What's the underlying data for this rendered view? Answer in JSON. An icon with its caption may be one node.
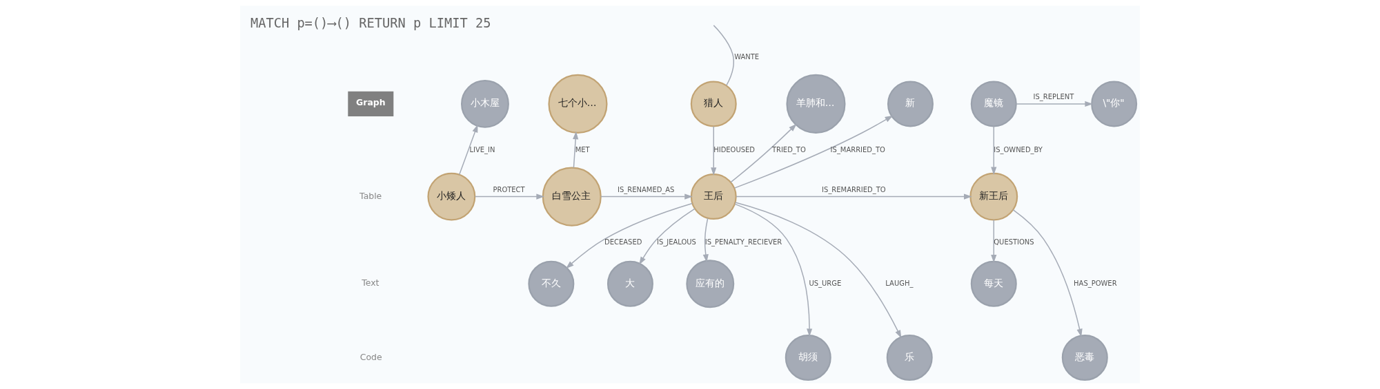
{
  "diagram": {
    "nodes": [
      {
        "text": [
          "小木屋"
        ]
      },
      {
        "text": [
          "七个小…"
        ]
      },
      {
        "text": [
          "猎人"
        ]
      },
      {
        "text": [
          "羊肺和…"
        ]
      },
      {
        "text": [
          "新"
        ]
      },
      {
        "text": [
          "魔镜"
        ]
      },
      {
        "text": [
          "\\\"你\""
        ]
      },
      {
        "text": [
          "小矮人"
        ]
      },
      {
        "text": [
          "白雪公主"
        ]
      },
      {
        "text": [
          "王后"
        ]
      },
      {
        "text": [
          "不久"
        ]
      },
      {
        "text": [
          "新王后"
        ]
      },
      {
        "text": [
          "大"
        ]
      },
      {
        "text": [
          "应有的"
        ]
      },
      {
        "text": [
          "每天"
        ]
      },
      {
        "text": [
          "胡须"
        ]
      },
      {
        "text": [
          "乐"
        ]
      },
      {
        "text": [
          "恶毒"
        ]
      }
    ],
    "edges": [
      {
        "from": 7,
        "to": 0,
        "arrow": "to",
        "label": "LIVE_IN"
      },
      {
        "from": 7,
        "to": 8,
        "arrow": "to",
        "label": "PROTECT"
      },
      {
        "from": 8,
        "to": 1,
        "arrow": "to",
        "label": "MET"
      },
      {
        "from": 8,
        "to": 9,
        "arrow": "to",
        "label": "IS_RENAMED_AS"
      },
      {
        "from": 2,
        "to": null,
        "arrow": "none",
        "label": "WANTE"
      },
      {
        "from": 2,
        "to": 9,
        "arrow": "to",
        "label": "HIDEOUSED"
      },
      {
        "from": 9,
        "to": 3,
        "arrow": "to",
        "label": "TRIED_TO"
      },
      {
        "from": 9,
        "to": 4,
        "arrow": "to",
        "label": "IS_MARRIED_TO"
      },
      {
        "from": 9,
        "to": 10,
        "arrow": "to",
        "label": "DECEASED"
      },
      {
        "from": 9,
        "to": 11,
        "arrow": "to",
        "label": "IS_REMARRIED_TO"
      },
      {
        "from": 9,
        "to": 12,
        "arrow": "to",
        "label": "IS_JEALOUS"
      },
      {
        "from": 9,
        "to": 13,
        "arrow": "to",
        "label": "IS_PENALTY_RECIEVER"
      },
      {
        "from": 9,
        "to": 15,
        "arrow": "to",
        "label": "US_URGE"
      },
      {
        "from": 9,
        "to": 16,
        "arrow": "to",
        "label": "LAUGH_"
      },
      {
        "from": 5,
        "to": 6,
        "arrow": "to",
        "label": "IS_REPLENT"
      },
      {
        "from": 5,
        "to": 11,
        "arrow": "to",
        "label": "IS_OWNED_BY"
      },
      {
        "from": 11,
        "to": 14,
        "arrow": "to",
        "label": "QUESTIONS"
      },
      {
        "from": 11,
        "to": 17,
        "arrow": "to",
        "label": "HAS_POWER"
      }
    ],
    "labels": [
      "MATCH p=()⟶() RETURN p LIMIT 25",
      "Graph",
      "Table",
      "Text",
      "Code"
    ]
  }
}
